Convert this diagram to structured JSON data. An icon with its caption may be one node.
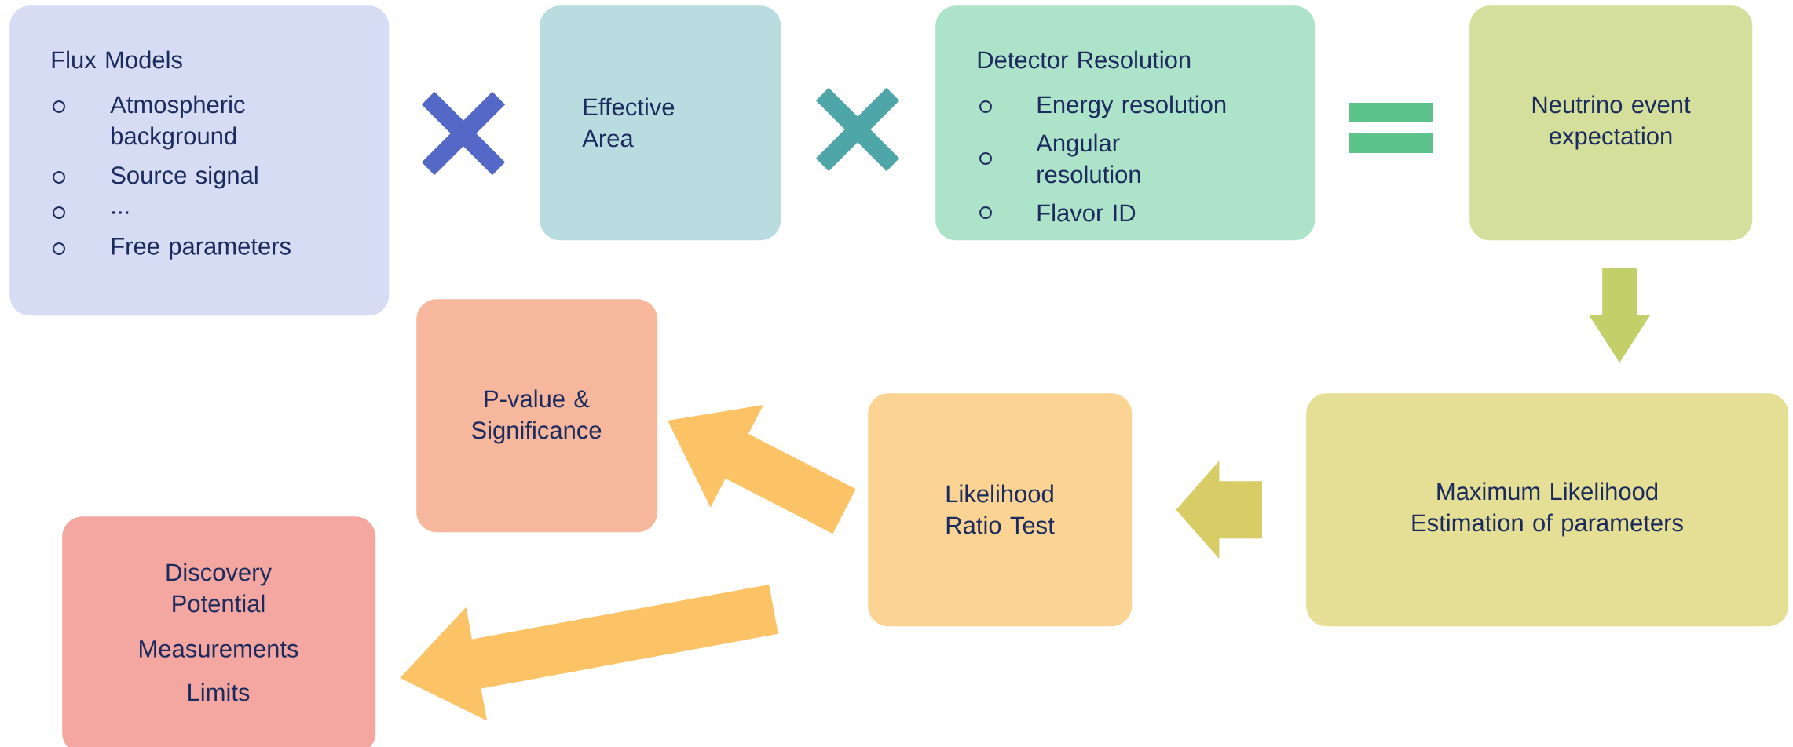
{
  "diagram": {
    "nodes": [
      {
        "text": [
          "Flux Models",
          "Atmospheric background",
          "Source signal",
          "...",
          "Free parameters"
        ]
      },
      {
        "text": [
          "Effective Area"
        ]
      },
      {
        "text": [
          "Detector Resolution",
          "Energy resolution",
          "Angular resolution",
          "Flavor ID"
        ]
      },
      {
        "text": [
          "Neutrino event expectation"
        ]
      },
      {
        "text": [
          "P-value & Significance"
        ]
      },
      {
        "text": [
          "Likelihood Ratio Test"
        ]
      },
      {
        "text": [
          "Maximum Likelihood Estimation of parameters"
        ]
      },
      {
        "text": [
          "Discovery Potential",
          "Measurements",
          "Limits"
        ]
      }
    ],
    "edges": [
      {
        "from": 3,
        "to": 6,
        "arrow": "to",
        "color": "#c3cf69"
      },
      {
        "from": 6,
        "to": 5,
        "arrow": "to",
        "color": "#d8cc66"
      },
      {
        "from": 5,
        "to": 4,
        "arrow": "to"
      },
      {
        "from": 5,
        "to": 7,
        "arrow": "to"
      }
    ]
  }
}
